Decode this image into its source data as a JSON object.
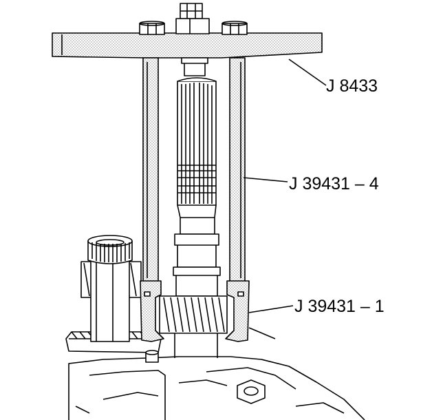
{
  "callouts": [
    {
      "id": "c1",
      "label": "J 8433"
    },
    {
      "id": "c2",
      "label": "J 39431 – 4"
    },
    {
      "id": "c3",
      "label": "J 39431 – 1"
    }
  ],
  "colors": {
    "stroke": "#000000",
    "fill": "#ffffff",
    "stipple": "#8a8a8a"
  }
}
